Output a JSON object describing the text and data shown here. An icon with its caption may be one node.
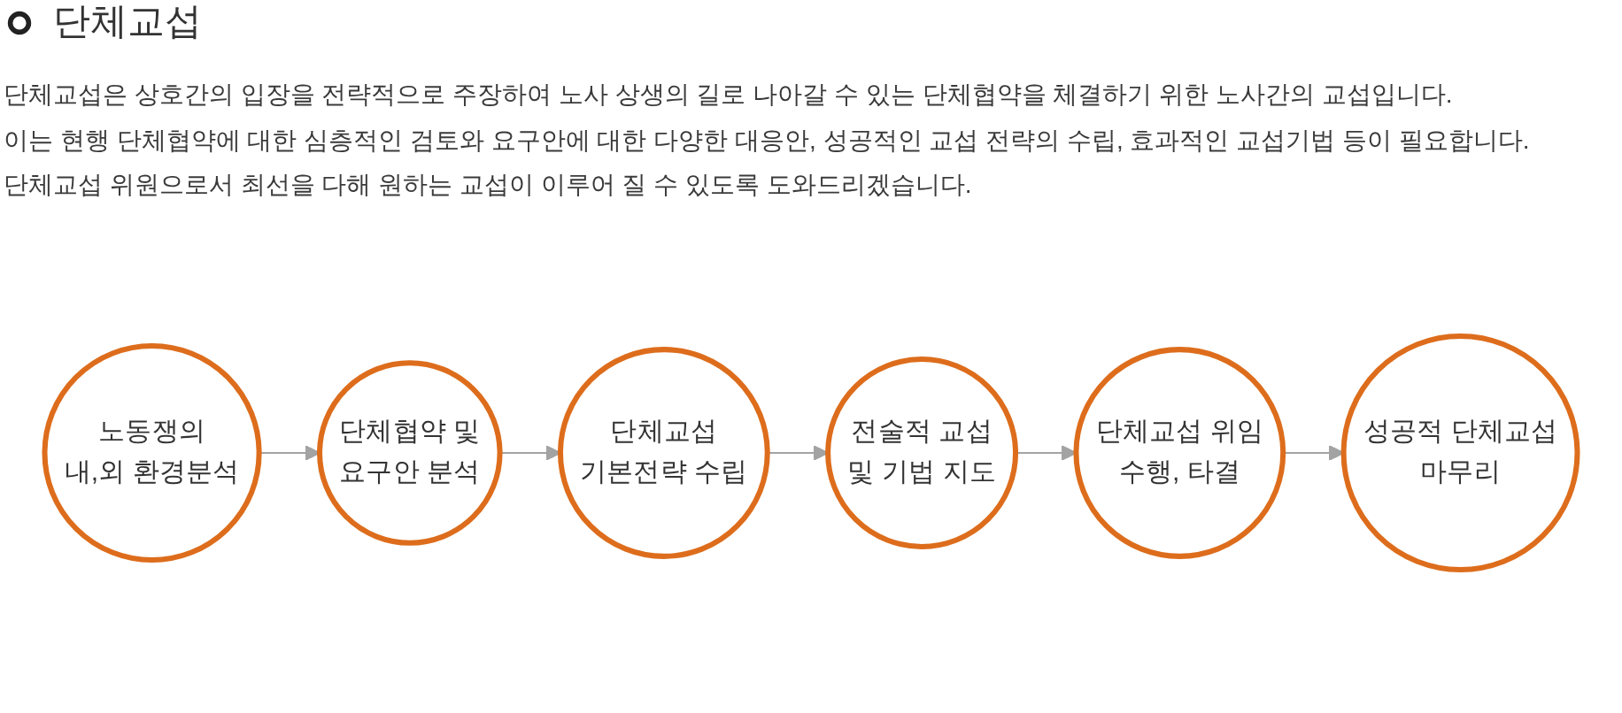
{
  "diagram": {
    "title": "단체교섭",
    "nodes": [
      {
        "text": [
          "노동쟁의 내,외 환경분석"
        ]
      },
      {
        "text": [
          "단체협약 및 요구안 분석"
        ]
      },
      {
        "text": [
          "단체교섭 기본전략 수립"
        ]
      },
      {
        "text": [
          "전술적 교섭 및 기법 지도"
        ]
      },
      {
        "text": [
          "단체교섭 위임 수행, 타결"
        ]
      },
      {
        "text": [
          "성공적 단체교섭 마무리"
        ]
      }
    ],
    "edges": [
      {
        "from": 0,
        "to": 1,
        "arrow": "to"
      },
      {
        "from": 1,
        "to": 2,
        "arrow": "to"
      },
      {
        "from": 2,
        "to": 3,
        "arrow": "to"
      },
      {
        "from": 3,
        "to": 4,
        "arrow": "to"
      },
      {
        "from": 4,
        "to": 5,
        "arrow": "to"
      }
    ],
    "labels": [
      "단체교섭은 상호간의 입장을 전략적으로 주장하여 노사 상생의 길로 나아갈 수 있는 단체협약을 체결하기 위한 노사간의 교섭입니다.",
      "이는 현행 단체협약에 대한 심층적인 검토와 요구안에 대한 다양한 대응안, 성공적인 교섭 전략의 수립, 효과적인 교섭기법 등이 필요합니다.",
      "단체교섭 위원으로서 최선을 다해 원하는 교섭이 이루어 질 수 있도록 도와드리겠습니다."
    ]
  }
}
